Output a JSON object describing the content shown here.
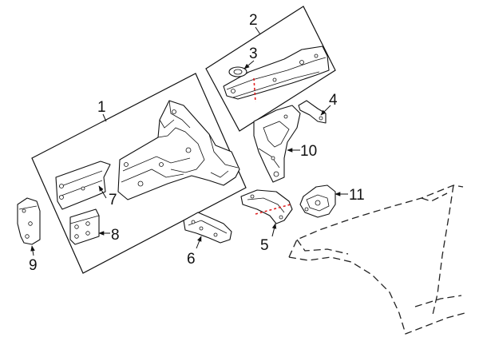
{
  "callouts": {
    "c1": "1",
    "c2": "2",
    "c3": "3",
    "c4": "4",
    "c5": "5",
    "c6": "6",
    "c7": "7",
    "c8": "8",
    "c9": "9",
    "c10": "10",
    "c11": "11"
  },
  "colors": {
    "line": "#111111",
    "cut_line": "#e02020",
    "background": "#ffffff"
  }
}
